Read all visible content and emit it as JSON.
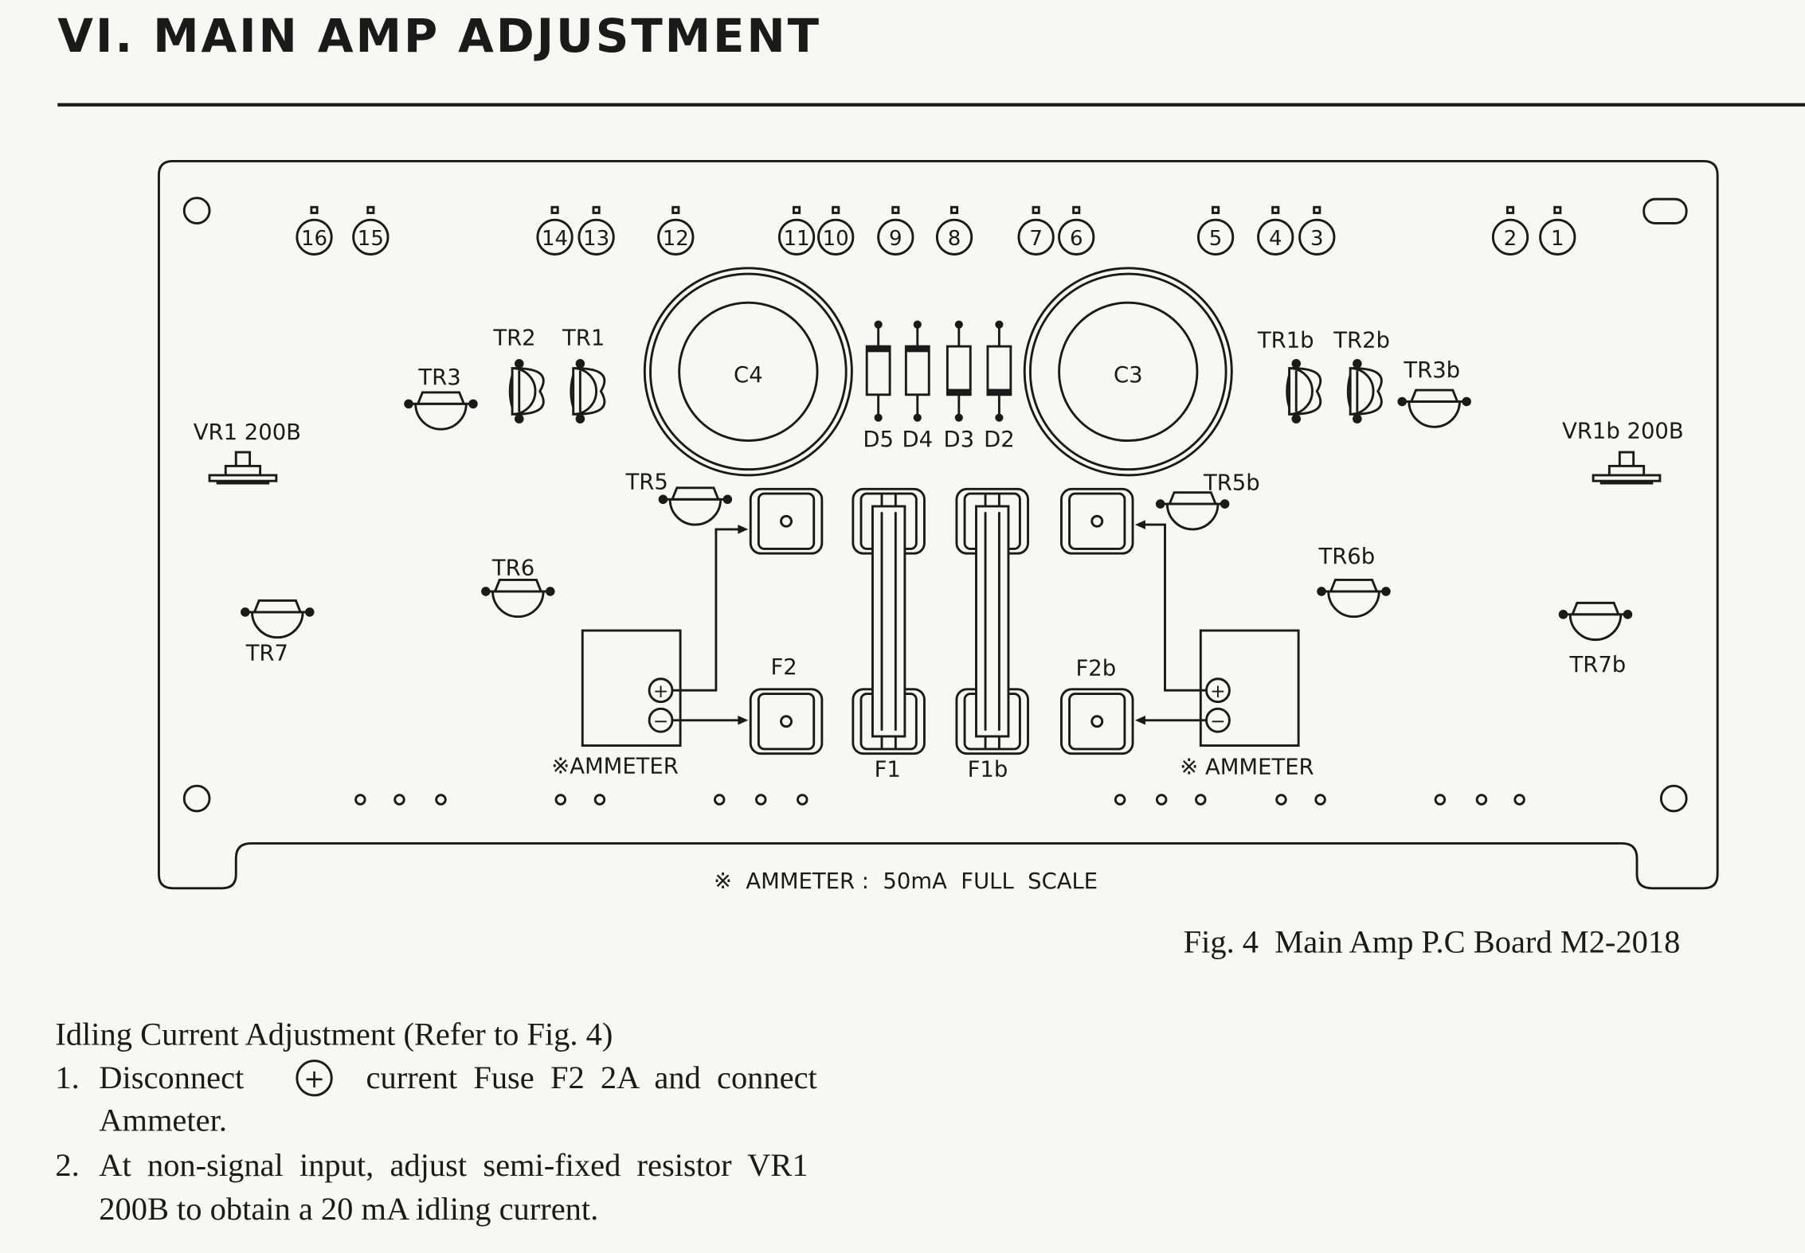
{
  "header": {
    "title": "VI. MAIN AMP ADJUSTMENT"
  },
  "board": {
    "terminals": [
      "16",
      "15",
      "14",
      "13",
      "12",
      "11",
      "10",
      "9",
      "8",
      "7",
      "6",
      "5",
      "4",
      "3",
      "2",
      "1"
    ],
    "capacitors": {
      "c4": "C4",
      "c3": "C3"
    },
    "diodes": [
      "D5",
      "D4",
      "D3",
      "D2"
    ],
    "transistors": {
      "tr1": "TR1",
      "tr2": "TR2",
      "tr3": "TR3",
      "tr5": "TR5",
      "tr6": "TR6",
      "tr7": "TR7",
      "tr1b": "TR1b",
      "tr2b": "TR2b",
      "tr3b": "TR3b",
      "tr5b": "TR5b",
      "tr6b": "TR6b",
      "tr7b": "TR7b"
    },
    "resistors": {
      "vr1": "VR1 200B",
      "vr1b": "VR1b 200B"
    },
    "fuses": {
      "f1": "F1",
      "f1b": "F1b",
      "f2": "F2",
      "f2b": "F2b"
    },
    "ammeter_left": "※AMMETER",
    "ammeter_right": "※ AMMETER",
    "plus": "+",
    "minus": "−",
    "footnote": "※  AMMETER :  50mA  FULL  SCALE"
  },
  "caption": "Fig. 4  Main Amp P.C Board M2-2018",
  "instructions": {
    "heading": "Idling Current Adjustment (Refer to Fig. 4)",
    "step1_num": "1.",
    "step1_a": "Disconnect",
    "step1_symbol": "+",
    "step1_b": "current  Fuse  F2  2A  and  connect",
    "step1_c": "Ammeter.",
    "step2_num": "2.",
    "step2_a": "At  non-signal  input,  adjust  semi-fixed  resistor  VR1",
    "step2_b": "200B to obtain a 20 mA idling current."
  }
}
